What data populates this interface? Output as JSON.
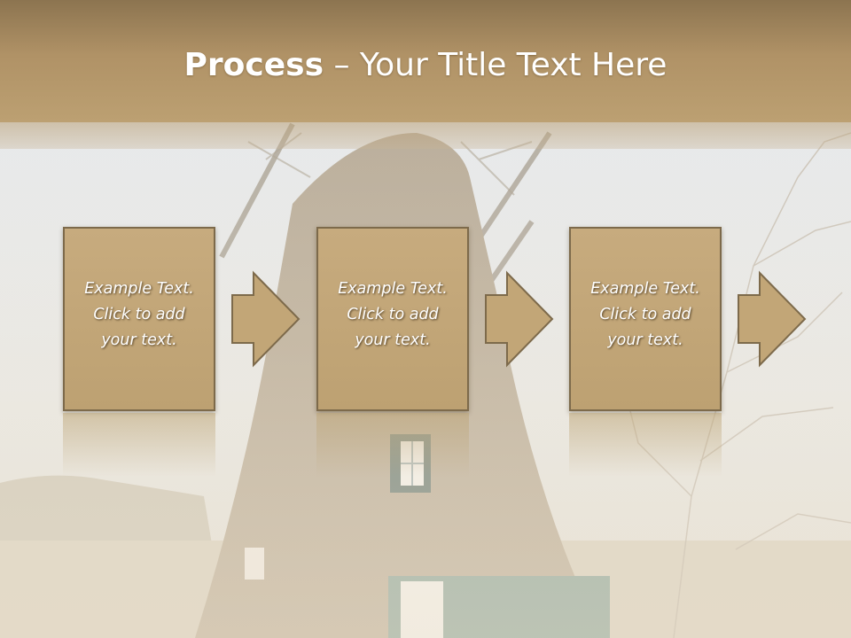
{
  "slide": {
    "title_bold": "Process",
    "title_rest": " – Your Title Text Here",
    "steps": [
      {
        "text": "Example Text.\nClick  to add\nyour text."
      },
      {
        "text": "Example Text.\nClick  to add\nyour text."
      },
      {
        "text": "Example Text.\nClick  to add\nyour text."
      }
    ]
  },
  "colors": {
    "title_band": "#b09266",
    "box_fill": "#c2a677",
    "box_border": "#7d6a4b",
    "text": "#ffffff"
  }
}
